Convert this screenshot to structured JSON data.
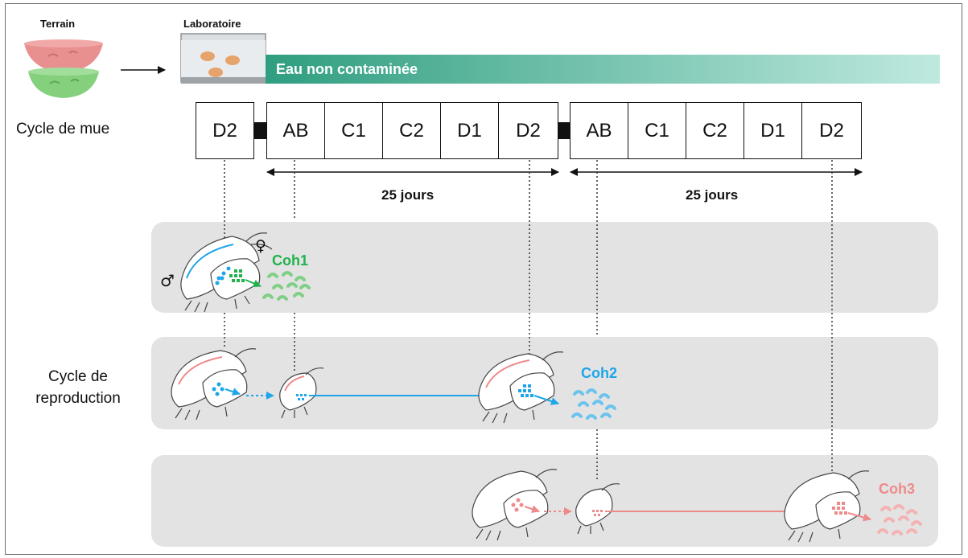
{
  "header": {
    "terrain_label": "Terrain",
    "laboratoire_label": "Laboratoire",
    "eau_label": "Eau non contaminée"
  },
  "cycle_mue": {
    "label": "Cycle de mue",
    "cells": [
      "D2",
      "AB",
      "C1",
      "C2",
      "D1",
      "D2",
      "AB",
      "C1",
      "C2",
      "D1",
      "D2"
    ]
  },
  "durations": [
    "25 jours",
    "25 jours"
  ],
  "cycle_reproduction": {
    "label_line1": "Cycle de",
    "label_line2": "reproduction"
  },
  "cohorts": {
    "coh1": "Coh1",
    "coh2": "Coh2",
    "coh3": "Coh3"
  },
  "symbols": {
    "male": "♂",
    "female": "♀"
  },
  "colors": {
    "coh1": "#22b24c",
    "coh2": "#1ea6e8",
    "coh3": "#ef8a8a",
    "water_start": "#2f9e80",
    "water_end": "#bfe9df",
    "panel": "#e3e3e3"
  }
}
